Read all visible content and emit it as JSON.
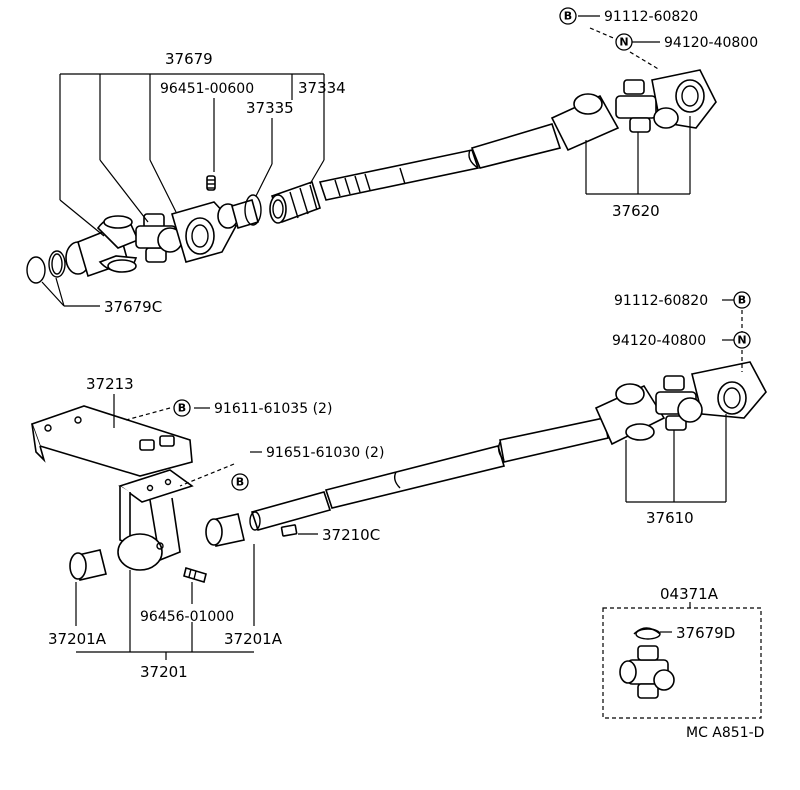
{
  "labels": {
    "p37679": "37679",
    "p96451": "96451-00600",
    "p37334": "37334",
    "p37335": "37335",
    "p37679c": "37679C",
    "p91112_top": "91112-60820",
    "p94120_top": "94120-40800",
    "p37620": "37620",
    "p91112_mid": "91112-60820",
    "p94120_mid": "94120-40800",
    "p37213": "37213",
    "p91611": "91611-61035 (2)",
    "p91651": "91651-61030 (2)",
    "p37610": "37610",
    "p37210c": "37210C",
    "p96456": "96456-01000",
    "p37201a_left": "37201A",
    "p37201a_right": "37201A",
    "p37201": "37201",
    "p04371a": "04371A",
    "p37679d": "37679D",
    "code": "MC A851-D"
  },
  "symbols": {
    "bolt": "B",
    "nut": "N"
  },
  "icons": {
    "bolt_symbol": "circled-b-icon",
    "nut_symbol": "circled-n-icon"
  }
}
